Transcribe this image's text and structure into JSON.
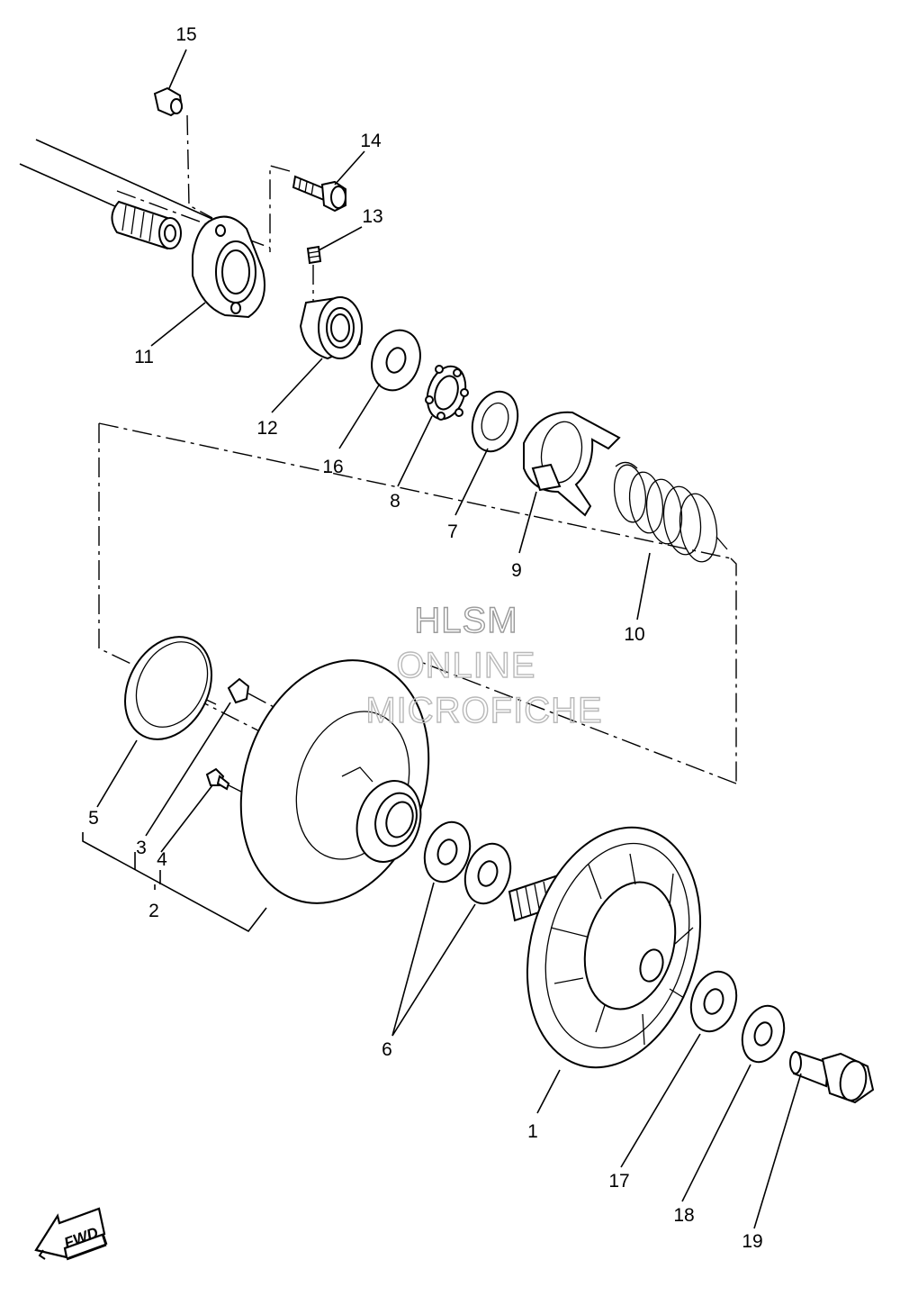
{
  "watermark": {
    "line1": "HLSM",
    "line2": "ONLINE",
    "line3": "MICROFICHE"
  },
  "fwd_badge": "FWD",
  "callouts": [
    {
      "id": "15",
      "text": "15"
    },
    {
      "id": "14",
      "text": "14"
    },
    {
      "id": "13",
      "text": "13"
    },
    {
      "id": "11",
      "text": "11"
    },
    {
      "id": "12",
      "text": "12"
    },
    {
      "id": "16",
      "text": "16"
    },
    {
      "id": "8",
      "text": "8"
    },
    {
      "id": "7",
      "text": "7"
    },
    {
      "id": "9",
      "text": "9"
    },
    {
      "id": "10",
      "text": "10"
    },
    {
      "id": "5",
      "text": "5"
    },
    {
      "id": "3",
      "text": "3"
    },
    {
      "id": "4",
      "text": "4"
    },
    {
      "id": "2",
      "text": "2"
    },
    {
      "id": "6",
      "text": "6"
    },
    {
      "id": "1",
      "text": "1"
    },
    {
      "id": "17",
      "text": "17"
    },
    {
      "id": "18",
      "text": "18"
    },
    {
      "id": "19",
      "text": "19"
    }
  ]
}
